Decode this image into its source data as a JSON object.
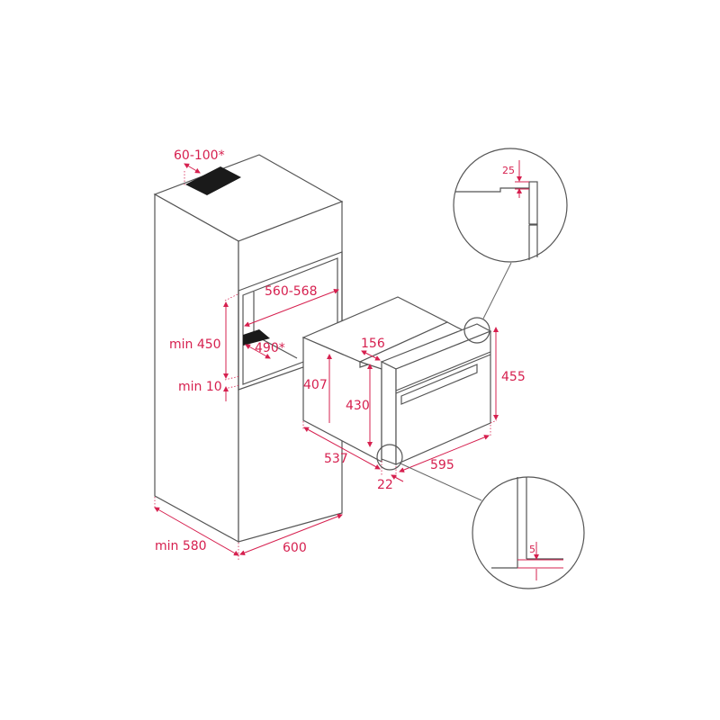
{
  "diagram": {
    "title": "Built-in oven installation dimensions",
    "colors": {
      "lines": "#555555",
      "dimensions": "#d6204f",
      "vents": "#1a1a1a",
      "background": "#ffffff"
    },
    "cabinet": {
      "labels": {
        "top_vent": "60-100*",
        "niche_width": "560-568",
        "niche_vent_depth": "490*",
        "niche_height": "min 450",
        "bottom_gap": "min 10",
        "cabinet_depth": "min 580",
        "cabinet_width": "600"
      }
    },
    "oven": {
      "labels": {
        "top_step": "156",
        "rear_height": "407",
        "body_height": "430",
        "total_height": "455",
        "depth": "537",
        "front_width": "595",
        "door_thickness": "22"
      }
    },
    "details": {
      "top_detail": {
        "label": "25"
      },
      "bottom_detail": {
        "label": "5"
      }
    }
  }
}
